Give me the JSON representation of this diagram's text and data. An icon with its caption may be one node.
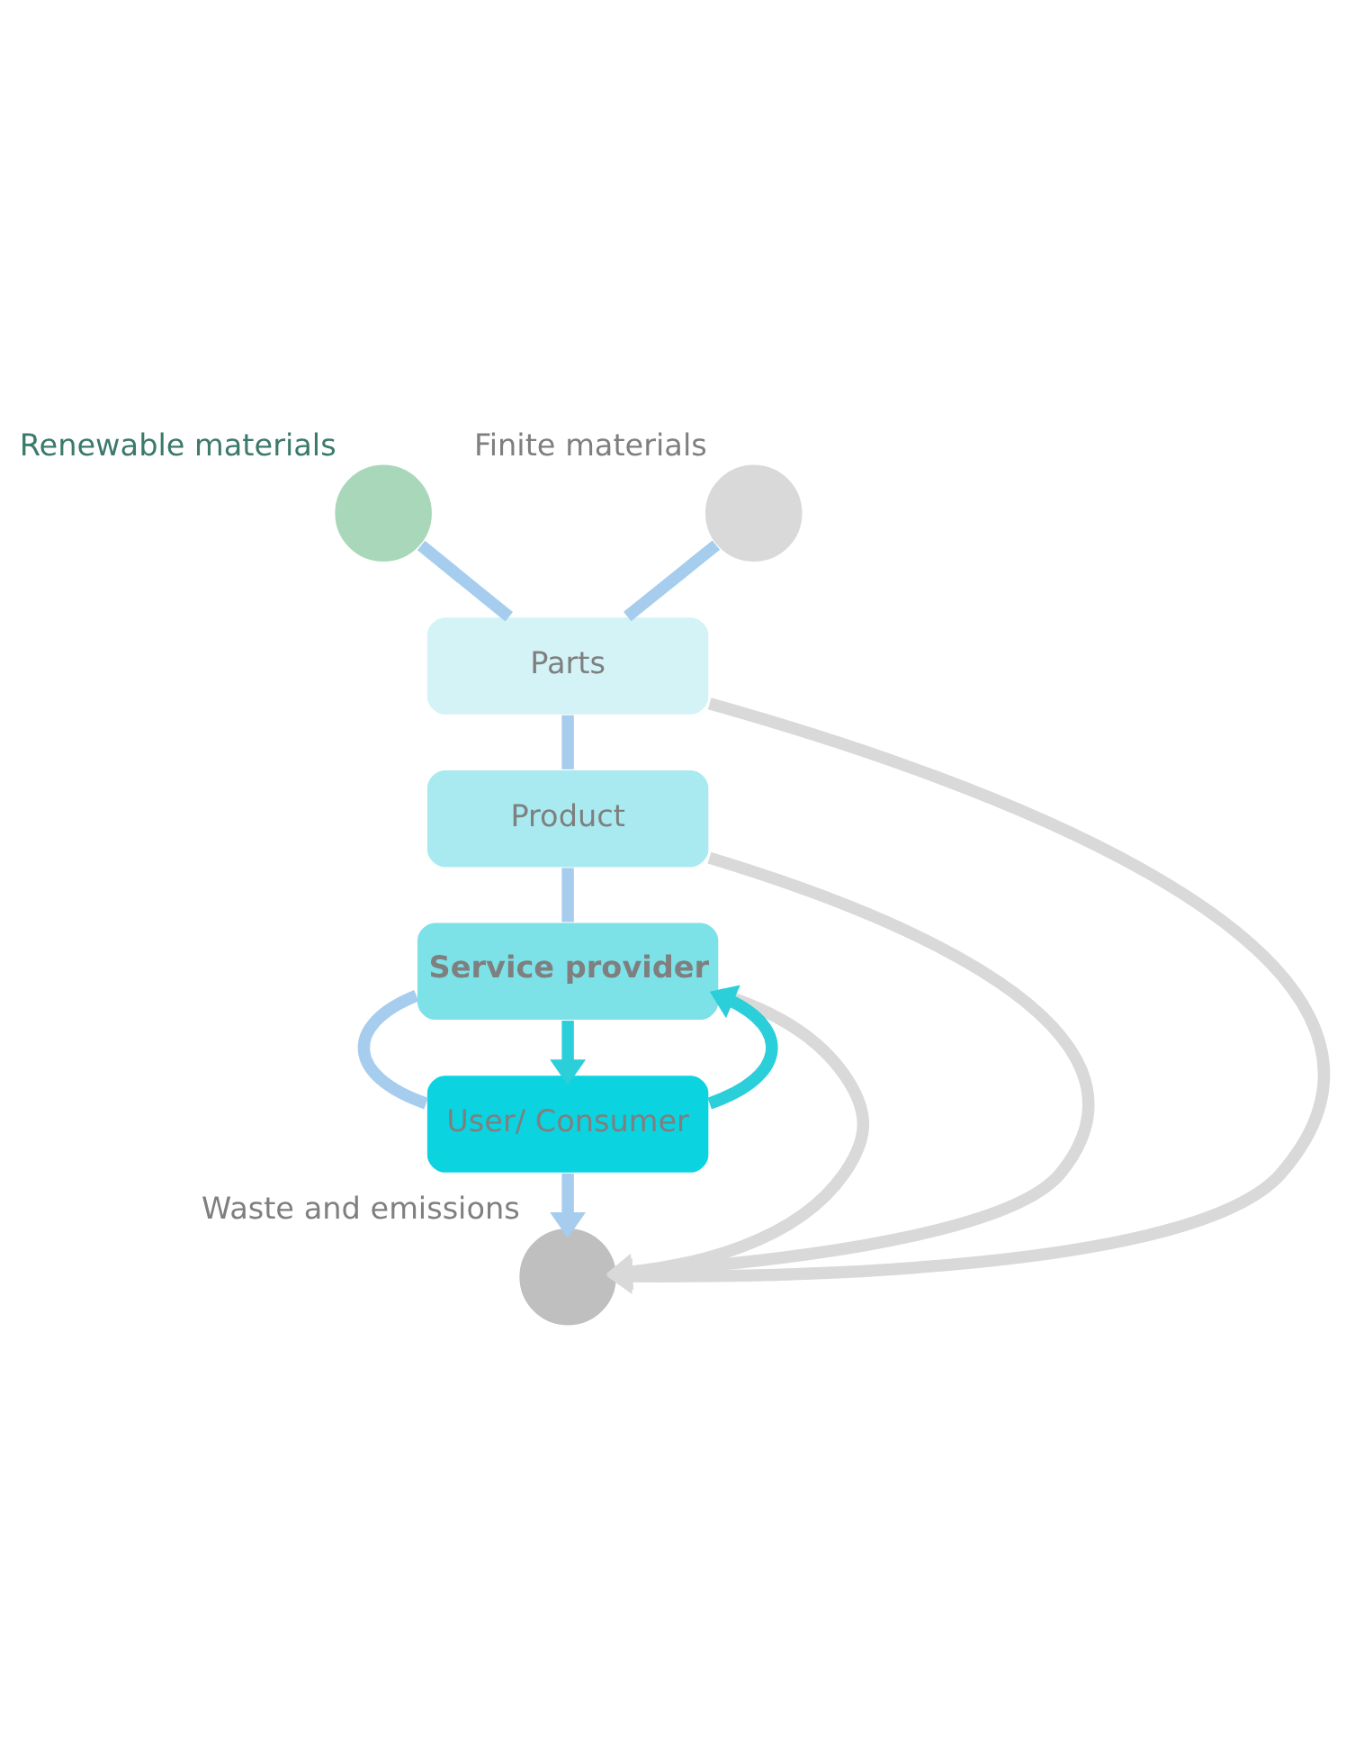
{
  "diagram": {
    "nodes": [
      {
        "text": [],
        "shape": "circle",
        "beside": [
          "Renewable materials"
        ]
      },
      {
        "text": [],
        "shape": "circle",
        "beside": [
          "Finite materials"
        ]
      },
      {
        "text": [
          "Parts"
        ]
      },
      {
        "text": [
          "Product"
        ]
      },
      {
        "text": [
          "Service provider"
        ]
      },
      {
        "text": [
          "User/ Consumer"
        ]
      },
      {
        "text": [],
        "shape": "circle",
        "beside": [
          "Waste and emissions"
        ]
      }
    ],
    "edges": [
      {
        "from": 0,
        "to": 2,
        "arrow": "none"
      },
      {
        "from": 1,
        "to": 2,
        "arrow": "none"
      },
      {
        "from": 2,
        "to": 3,
        "arrow": "none"
      },
      {
        "from": 3,
        "to": 4,
        "arrow": "none"
      },
      {
        "from": 4,
        "to": 5,
        "arrow": "none"
      },
      {
        "from": 5,
        "to": 6,
        "arrow": "to"
      },
      {
        "from": 2,
        "to": 6,
        "arrow": "to",
        "color": "#d9d9d9"
      },
      {
        "from": 3,
        "to": 6,
        "arrow": "to",
        "color": "#d9d9d9"
      },
      {
        "from": 4,
        "to": 6,
        "arrow": "to",
        "color": "#d9d9d9"
      },
      {
        "from": 4,
        "to": 5,
        "arrow": "to",
        "color": "#2acfd9"
      },
      {
        "from": 5,
        "to": 4,
        "arrow": "to",
        "color": "#2acfd9"
      }
    ]
  }
}
